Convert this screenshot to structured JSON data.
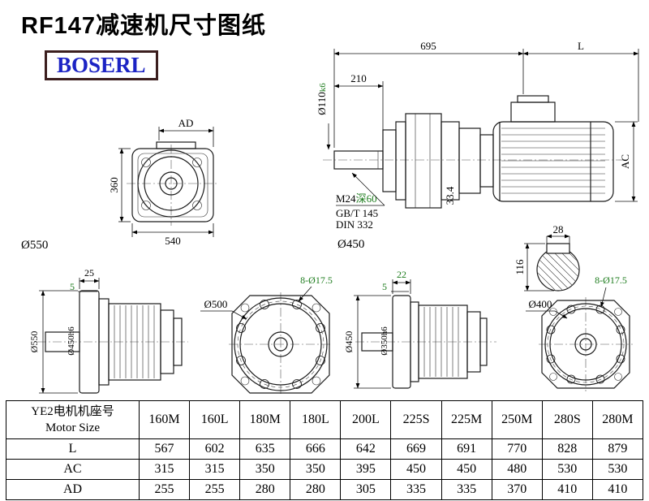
{
  "title": "RF147减速机尺寸图纸",
  "logo": "BOSERL",
  "views": {
    "front_top": {
      "ad": "AD",
      "height": "360",
      "width": "540",
      "label": "Ø550"
    },
    "side_top": {
      "overall": "695",
      "motor_len": "L",
      "shaft_len": "210",
      "shaft_dia": "Ø110",
      "shaft_fit": "k6",
      "tap": "M24",
      "tap_depth": "深60",
      "std1": "GB/T 145",
      "std2": "DIN 332",
      "key_offset": "33.4",
      "ac": "AC",
      "label": "Ø450",
      "key_width": "28",
      "key_height": "116"
    },
    "side_bl": {
      "t1": "25",
      "t2": "5",
      "od": "Ø550",
      "pilot": "Ø450h6"
    },
    "front_bl": {
      "pilot": "Ø500",
      "holes": "8-Ø17.5"
    },
    "side_br": {
      "t1": "22",
      "t2": "5",
      "od": "Ø450",
      "pilot": "Ø350h6"
    },
    "front_br": {
      "pilot": "Ø400",
      "holes": "8-Ø17.5"
    }
  },
  "table": {
    "header": {
      "line1": "YE2电机机座号",
      "line2": "Motor Size"
    },
    "columns": [
      "160M",
      "160L",
      "180M",
      "180L",
      "200L",
      "225S",
      "225M",
      "250M",
      "280S",
      "280M"
    ],
    "rows": [
      {
        "label": "L",
        "values": [
          "567",
          "602",
          "635",
          "666",
          "642",
          "669",
          "691",
          "770",
          "828",
          "879"
        ]
      },
      {
        "label": "AC",
        "values": [
          "315",
          "315",
          "350",
          "350",
          "395",
          "450",
          "450",
          "480",
          "530",
          "530"
        ]
      },
      {
        "label": "AD",
        "values": [
          "255",
          "255",
          "280",
          "280",
          "305",
          "335",
          "335",
          "370",
          "410",
          "410"
        ]
      }
    ]
  }
}
